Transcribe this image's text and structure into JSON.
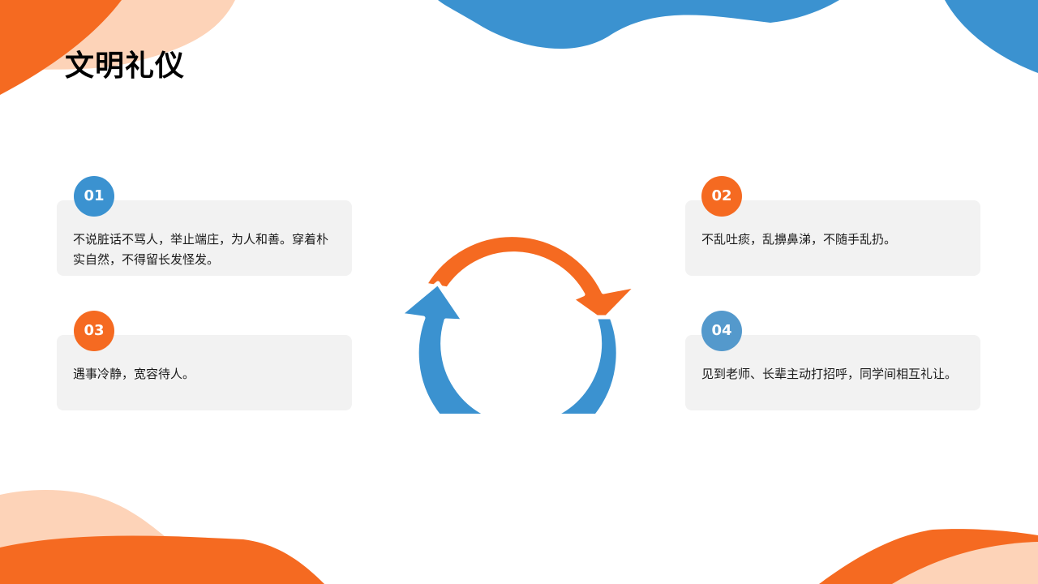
{
  "title": "文明礼仪",
  "colors": {
    "orange": "#f56a21",
    "blue": "#3b92d0",
    "peach": "#fdd3b8",
    "card": "#f2f2f2"
  },
  "items": [
    {
      "number": "01",
      "text": "不说脏话不骂人，举止端庄，为人和善。穿着朴实自然，不得留长发怪发。"
    },
    {
      "number": "02",
      "text": "不乱吐痰，乱擤鼻涕，不随手乱扔。"
    },
    {
      "number": "03",
      "text": "遇事冷静，宽容待人。"
    },
    {
      "number": "04",
      "text": "见到老师、长辈主动打招呼，同学间相互礼让。"
    }
  ]
}
